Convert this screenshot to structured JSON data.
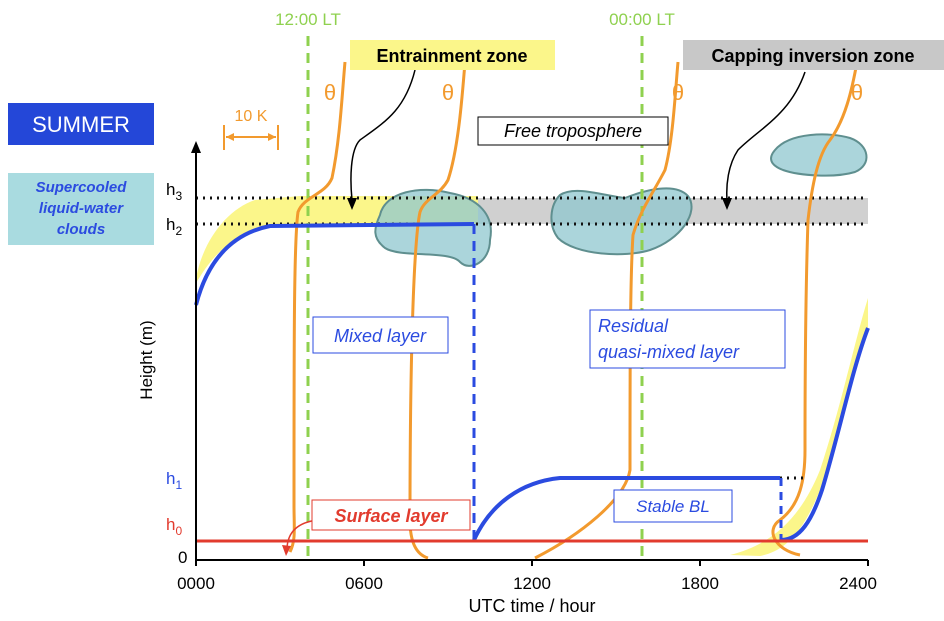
{
  "season": "SUMMER",
  "cloud_label": [
    "Supercooled",
    "liquid-water",
    "clouds"
  ],
  "time_markers": [
    "12:00 LT",
    "00:00 LT"
  ],
  "zones": {
    "entrainment": "Entrainment zone",
    "capping": "Capping inversion zone"
  },
  "theta_symbol": "θ",
  "scale_bar": "10 K",
  "layers": {
    "free_troposphere": "Free troposphere",
    "mixed_layer": "Mixed layer",
    "residual_line1": "Residual",
    "residual_line2": "quasi-mixed layer",
    "stable_bl": "Stable BL",
    "surface_layer": "Surface layer"
  },
  "y_axis": {
    "title": "Height (m)",
    "ticks": [
      "h",
      "h",
      "h",
      "h",
      "0"
    ],
    "subscripts": [
      "3",
      "2",
      "1",
      "0"
    ]
  },
  "x_axis": {
    "title": "UTC time / hour",
    "ticks": [
      "0000",
      "0600",
      "1200",
      "1800",
      "2400"
    ]
  },
  "colors": {
    "boundary": "#2b4be0",
    "theta": "#f29a2e",
    "local_time": "#8fd14f",
    "surface": "#e23b2e",
    "entrainment": "#fbf68a",
    "capping": "#c8c8c8",
    "cloud": "#8fc7cf",
    "season_bg": "#2447d8",
    "cloud_label_bg": "#a9dbe0"
  }
}
